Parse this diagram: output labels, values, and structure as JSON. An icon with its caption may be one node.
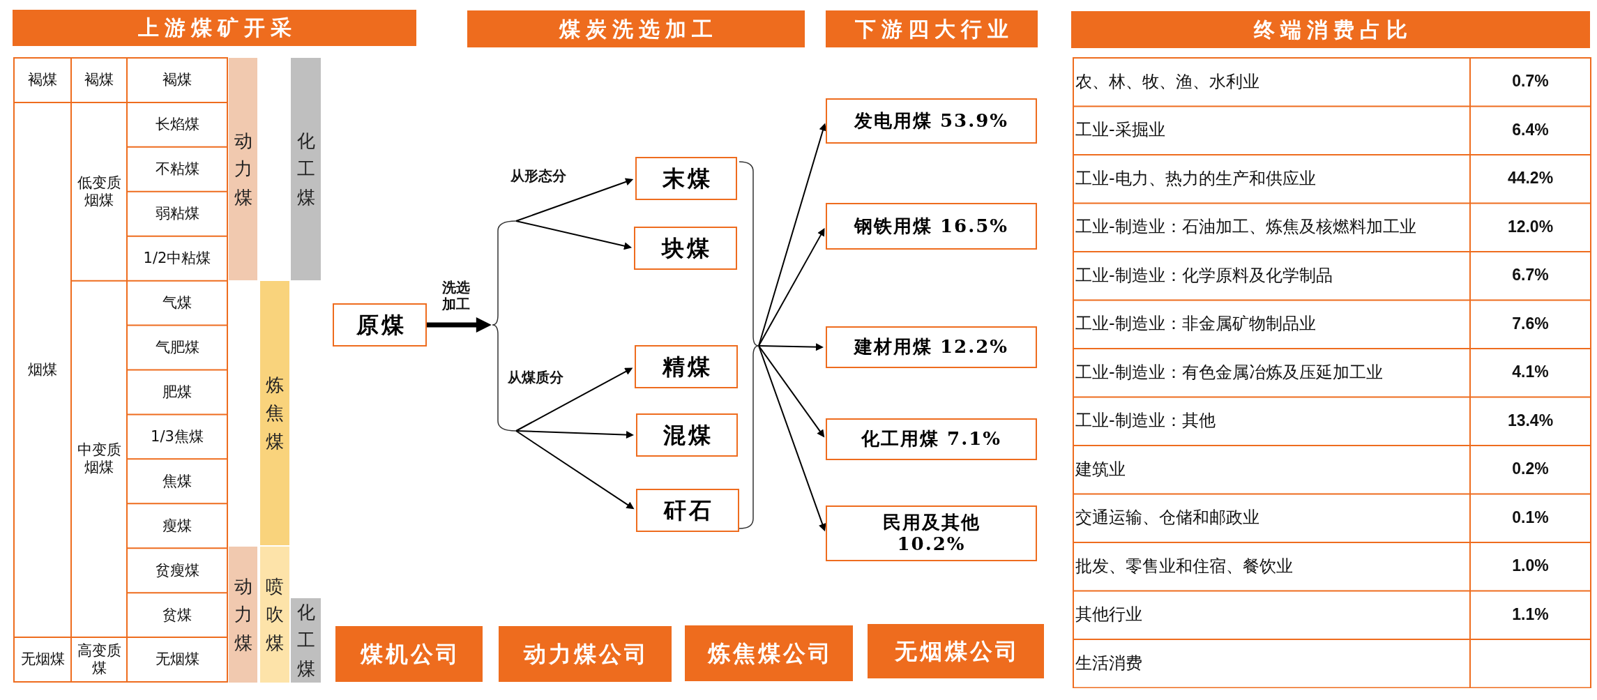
{
  "diagram": {
    "nodes": [
      {
        "text": [
          "上游煤矿开采"
        ]
      },
      {
        "text": [
          "煤炭洗选加工"
        ]
      },
      {
        "text": [
          "下游四大行业"
        ]
      },
      {
        "text": [
          "终端消费占比"
        ]
      },
      {
        "text": [
          "动力煤"
        ]
      },
      {
        "text": [
          "化工煤"
        ]
      },
      {
        "text": [
          "炼焦煤"
        ]
      },
      {
        "text": [
          "动力煤"
        ]
      },
      {
        "text": [
          "喷吹煤"
        ]
      },
      {
        "text": [
          "化工煤"
        ]
      },
      {
        "text": [
          "原煤"
        ]
      },
      {
        "text": [],
        "shape": "brace"
      },
      {
        "text": [
          "末煤"
        ]
      },
      {
        "text": [
          "块煤"
        ]
      },
      {
        "text": [
          "精煤"
        ]
      },
      {
        "text": [
          "混煤"
        ]
      },
      {
        "text": [
          "矸石"
        ]
      },
      {
        "text": [],
        "shape": "brace"
      },
      {
        "text": [
          "发电用煤 53.9%"
        ]
      },
      {
        "text": [
          "钢铁用煤 16.5%"
        ]
      },
      {
        "text": [
          "建材用煤 12.2%"
        ]
      },
      {
        "text": [
          "化工用煤 7.1%"
        ]
      },
      {
        "text": [
          "民用及其他 10.2%"
        ]
      },
      {
        "text": [
          "煤机公司"
        ]
      },
      {
        "text": [
          "动力煤公司"
        ]
      },
      {
        "text": [
          "炼焦煤公司"
        ]
      },
      {
        "text": [
          "无烟煤公司"
        ]
      }
    ],
    "edges": [
      {
        "from": 10,
        "to": 11,
        "arrow": "to",
        "label": "洗选加工",
        "style": "thick"
      },
      {
        "from": 11,
        "to": 12,
        "arrow": "to",
        "label": "从形态分"
      },
      {
        "from": 11,
        "to": 13,
        "arrow": "to"
      },
      {
        "from": 11,
        "to": 14,
        "arrow": "to",
        "label": "从煤质分"
      },
      {
        "from": 11,
        "to": 15,
        "arrow": "to"
      },
      {
        "from": 11,
        "to": 16,
        "arrow": "to"
      },
      {
        "from": 17,
        "to": 18,
        "arrow": "to"
      },
      {
        "from": 17,
        "to": 19,
        "arrow": "to"
      },
      {
        "from": 17,
        "to": 20,
        "arrow": "to"
      },
      {
        "from": 17,
        "to": 21,
        "arrow": "to"
      },
      {
        "from": 17,
        "to": 22,
        "arrow": "to"
      }
    ],
    "labels": [
      "褐煤",
      "褐煤",
      "褐煤",
      "烟煤",
      "低变质烟煤",
      "长焰煤",
      "不粘煤",
      "弱粘煤",
      "1/2中粘煤",
      "中变质烟煤",
      "气煤",
      "气肥煤",
      "肥煤",
      "1/3焦煤",
      "焦煤",
      "瘦煤",
      "贫瘦煤",
      "贫煤",
      "无烟煤",
      "高变质煤",
      "无烟煤",
      "农、林、牧、渔、水利业",
      "0.7%",
      "工业-采掘业",
      "6.4%",
      "工业-电力、热力的生产和供应业",
      "44.2%",
      "工业-制造业：石油加工、炼焦及核燃料加工业",
      "12.0%",
      "工业-制造业：化学原料及化学制品",
      "6.7%",
      "工业-制造业：非金属矿物制品业",
      "7.6%",
      "工业-制造业：有色金属冶炼及压延加工业",
      "4.1%",
      "工业-制造业：其他",
      "13.4%",
      "建筑业",
      "0.2%",
      "交通运输、仓储和邮政业",
      "0.1%",
      "批发、零售业和住宿、餐饮业",
      "1.0%",
      "其他行业",
      "1.1%",
      "生活消费"
    ]
  }
}
